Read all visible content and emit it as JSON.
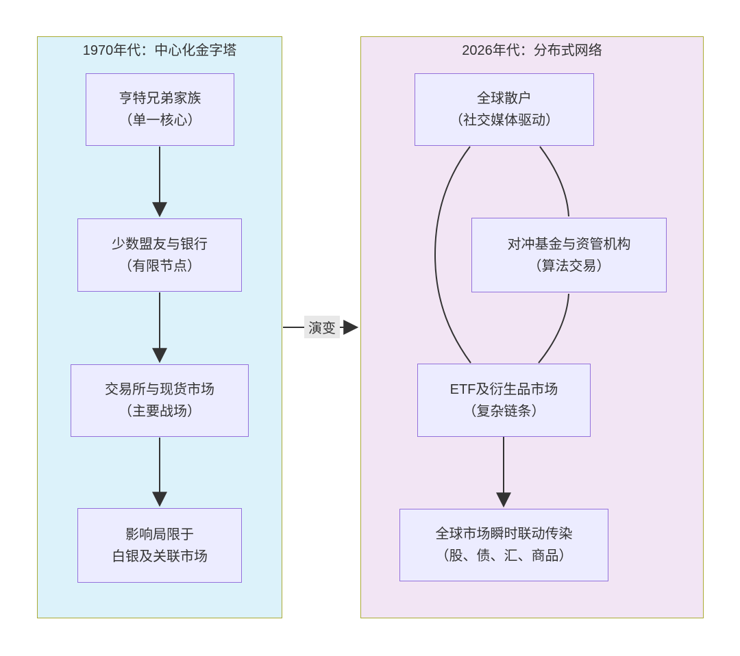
{
  "diagram": {
    "evolution_label": "演变",
    "colors": {
      "left_cluster_fill": "#DCF2FA",
      "right_cluster_fill": "#F2E5F4",
      "cluster_border": "#AAAA33",
      "node_fill": "#ECECFF",
      "node_border": "#9370DB",
      "edge": "#333333",
      "edge_label_bg": "#E8E8E8",
      "text": "#333333"
    },
    "left_cluster": {
      "title": "1970年代：中心化金字塔",
      "nodes": [
        {
          "line1": "亨特兄弟家族",
          "line2": "（单一核心）"
        },
        {
          "line1": "少数盟友与银行",
          "line2": "（有限节点）"
        },
        {
          "line1": "交易所与现货市场",
          "line2": "（主要战场）"
        },
        {
          "line1": "影响局限于",
          "line2": "白银及关联市场"
        }
      ]
    },
    "right_cluster": {
      "title": "2026年代：分布式网络",
      "nodes": [
        {
          "line1": "全球散户",
          "line2": "（社交媒体驱动）"
        },
        {
          "line1": "对冲基金与资管机构",
          "line2": "（算法交易）"
        },
        {
          "line1": "ETF及衍生品市场",
          "line2": "（复杂链条）"
        },
        {
          "line1": "全球市场瞬时联动传染",
          "line2": "（股、债、汇、商品）"
        }
      ]
    },
    "edges": [
      {
        "from": "亨特兄弟家族（单一核心）",
        "to": "少数盟友与银行（有限节点）",
        "arrow": true
      },
      {
        "from": "少数盟友与银行（有限节点）",
        "to": "交易所与现货市场（主要战场）",
        "arrow": true
      },
      {
        "from": "交易所与现货市场（主要战场）",
        "to": "影响局限于白银及关联市场",
        "arrow": true
      },
      {
        "from": "1970年代：中心化金字塔",
        "to": "2026年代：分布式网络",
        "arrow": true,
        "label": "演变"
      },
      {
        "from": "全球散户（社交媒体驱动）",
        "to": "ETF及衍生品市场（复杂链条）",
        "arrow": false
      },
      {
        "from": "全球散户（社交媒体驱动）",
        "to": "对冲基金与资管机构（算法交易）",
        "arrow": false
      },
      {
        "from": "对冲基金与资管机构（算法交易）",
        "to": "ETF及衍生品市场（复杂链条）",
        "arrow": false
      },
      {
        "from": "ETF及衍生品市场（复杂链条）",
        "to": "全球市场瞬时联动传染（股、债、汇、商品）",
        "arrow": true
      }
    ]
  }
}
